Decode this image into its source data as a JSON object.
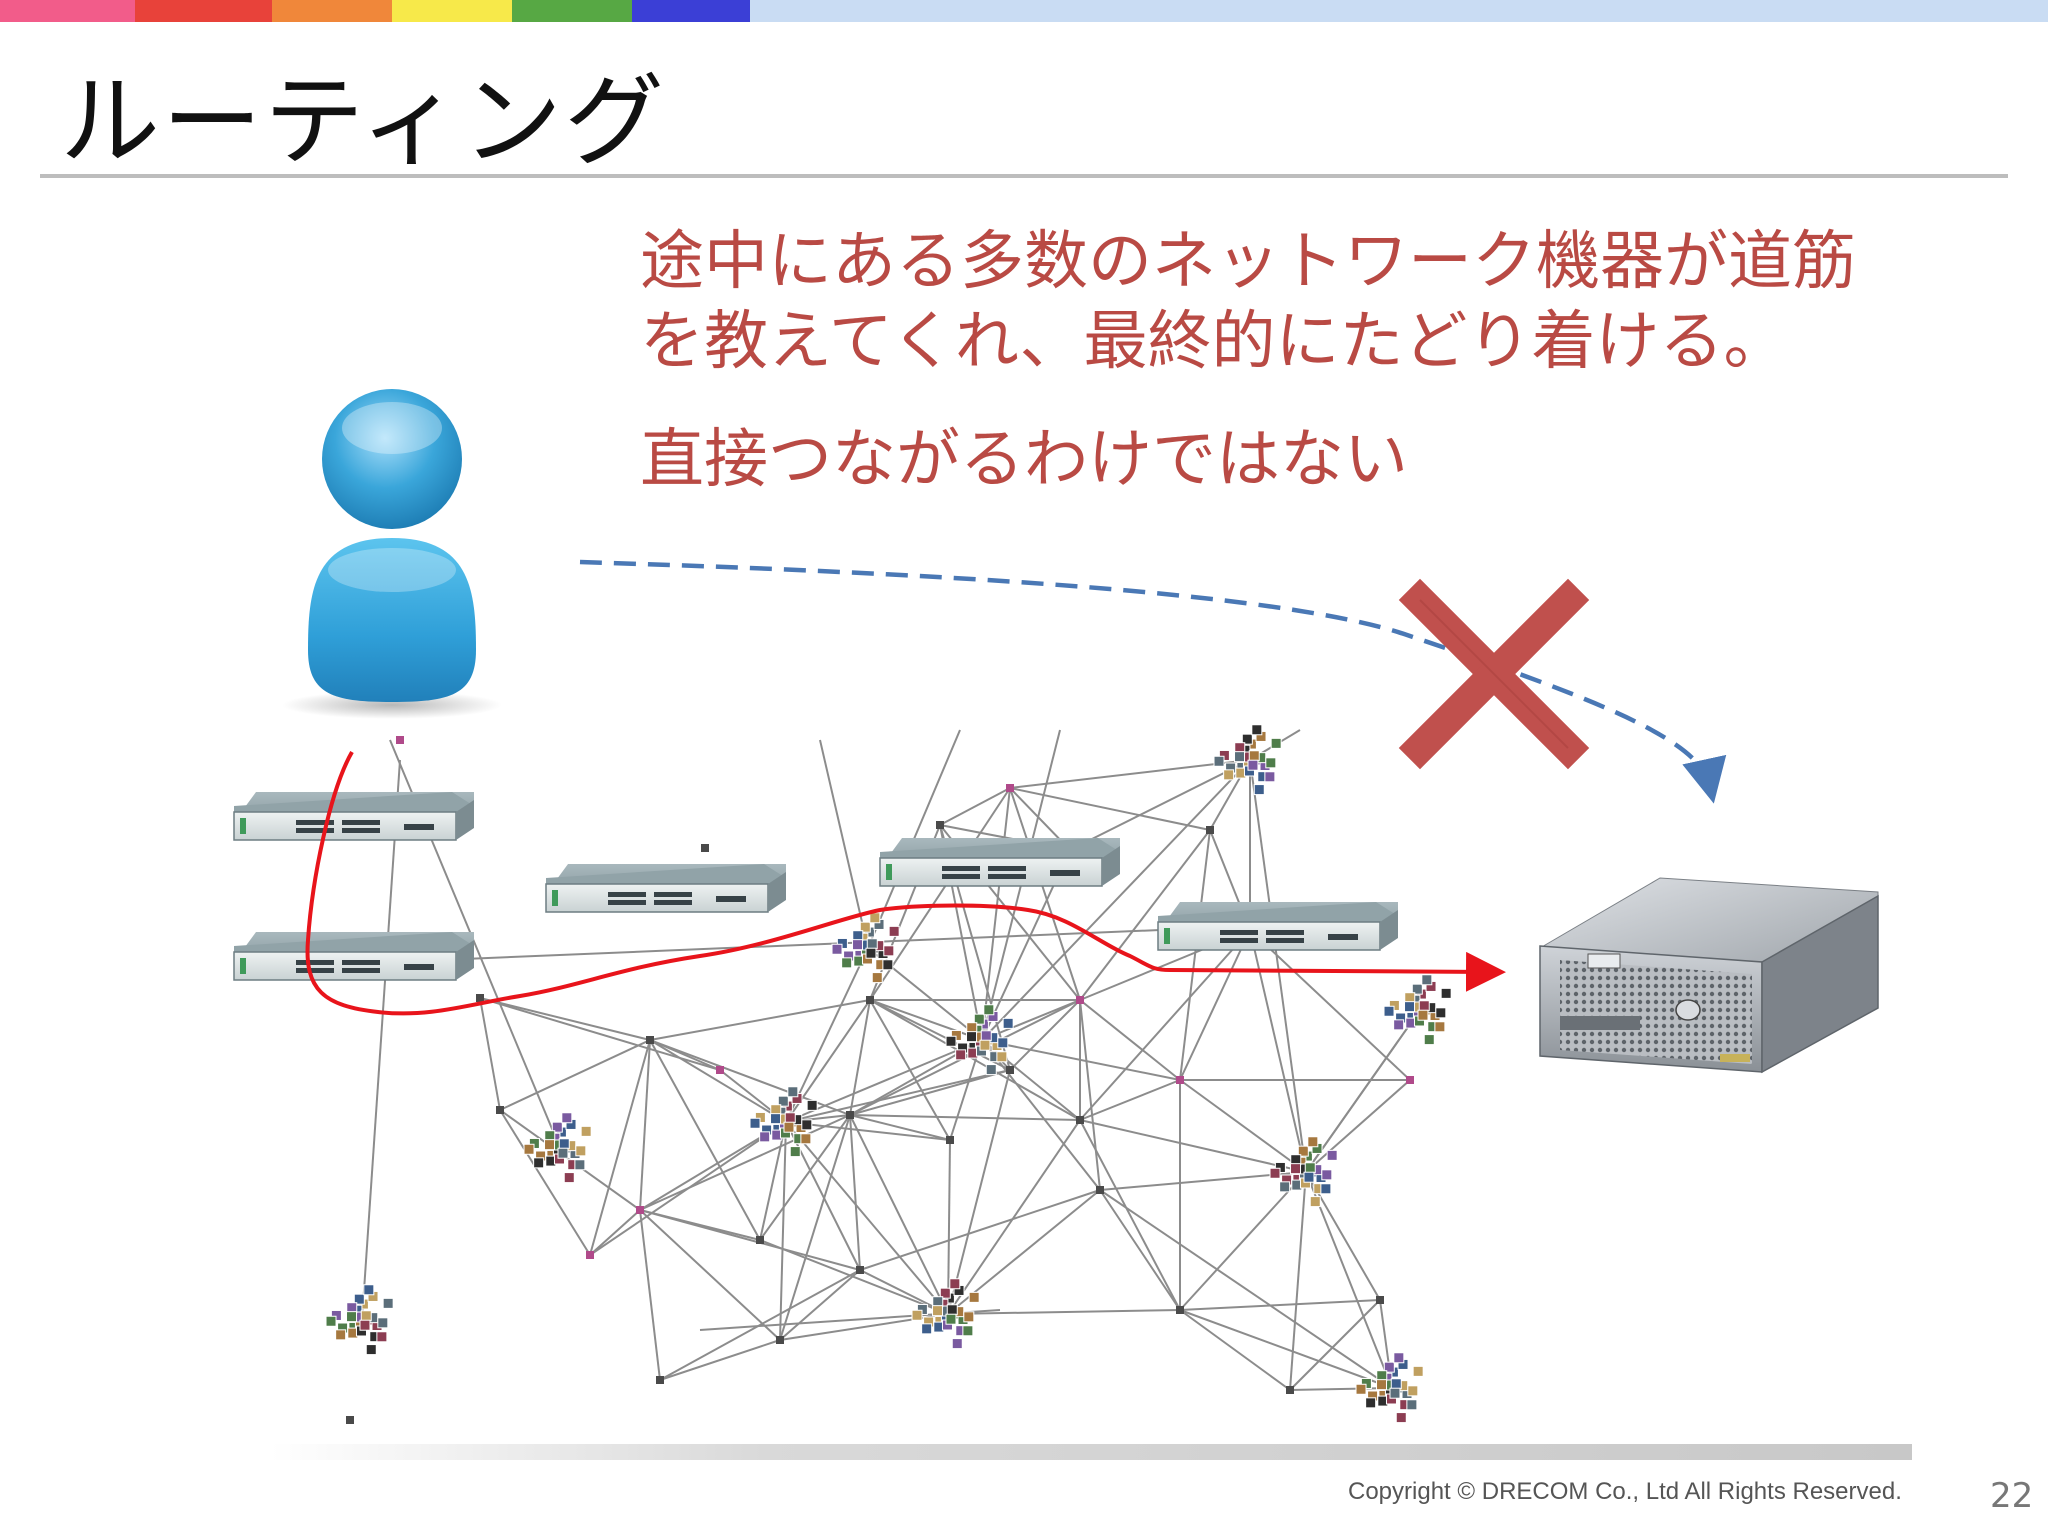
{
  "slide": {
    "title": "ルーティング",
    "message_line1": "途中にある多数のネットワーク機器が道筋",
    "message_line2": "を教えてくれ、最終的にたどり着ける。",
    "note": "直接つながるわけではない",
    "copyright": "Copyright © DRECOM Co., Ltd All Rights Reserved.",
    "page_number": "22"
  },
  "colors": {
    "topbar": [
      "#f25c8a",
      "#e8423a",
      "#f0873a",
      "#f7e94a",
      "#57a844",
      "#3b3fd6",
      "#c9dcf3"
    ],
    "text_accent": "#b94a44",
    "route": "#e8141b",
    "direct_path": "#4a78b5",
    "cross": "#c0504d",
    "person": "#3aa6da"
  },
  "icons": {
    "person": "user-icon",
    "switch": "network-switch-icon",
    "server": "rack-server-icon",
    "blocked": "cross-mark-icon"
  }
}
